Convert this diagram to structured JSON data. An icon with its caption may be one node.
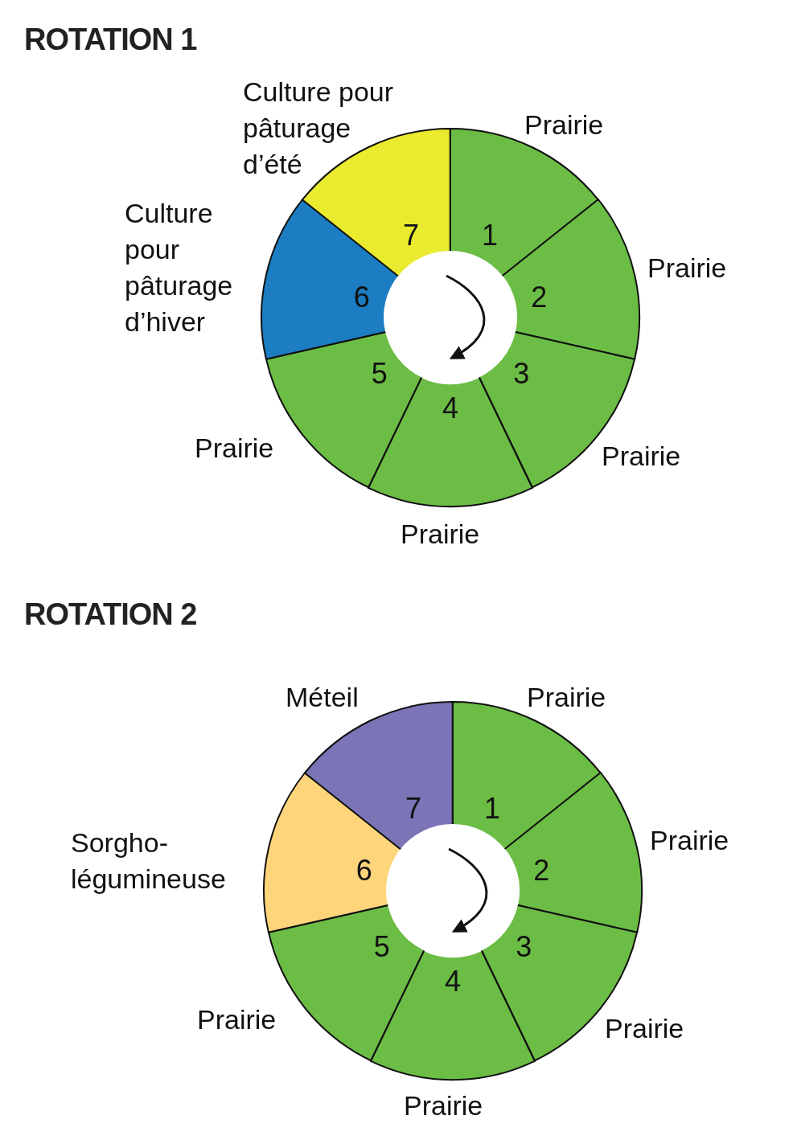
{
  "diagram": {
    "nodes": [
      {
        "text": [
          "1"
        ],
        "beside": [
          "Prairie"
        ]
      },
      {
        "text": [
          "2"
        ],
        "beside": [
          "Prairie"
        ]
      },
      {
        "text": [
          "3"
        ],
        "beside": [
          "Prairie"
        ]
      },
      {
        "text": [
          "4"
        ],
        "beside": [
          "Prairie"
        ]
      },
      {
        "text": [
          "5"
        ],
        "beside": [
          "Prairie"
        ]
      },
      {
        "text": [
          "6"
        ],
        "beside": [
          "Culture pour pâturage d’hiver"
        ]
      },
      {
        "text": [
          "7"
        ],
        "beside": [
          "Culture pour pâturage d’été"
        ]
      },
      {
        "text": [
          "1"
        ],
        "beside": [
          "Prairie"
        ]
      },
      {
        "text": [
          "2"
        ],
        "beside": [
          "Prairie"
        ]
      },
      {
        "text": [
          "3"
        ],
        "beside": [
          "Prairie"
        ]
      },
      {
        "text": [
          "4"
        ],
        "beside": [
          "Prairie"
        ]
      },
      {
        "text": [
          "5"
        ],
        "beside": [
          "Prairie"
        ]
      },
      {
        "text": [
          "6"
        ],
        "beside": [
          "Sorgho-légumineuse"
        ]
      },
      {
        "text": [
          "7"
        ],
        "beside": [
          "Méteil"
        ]
      }
    ],
    "labels": [
      "ROTATION 1",
      "ROTATION 2"
    ]
  }
}
